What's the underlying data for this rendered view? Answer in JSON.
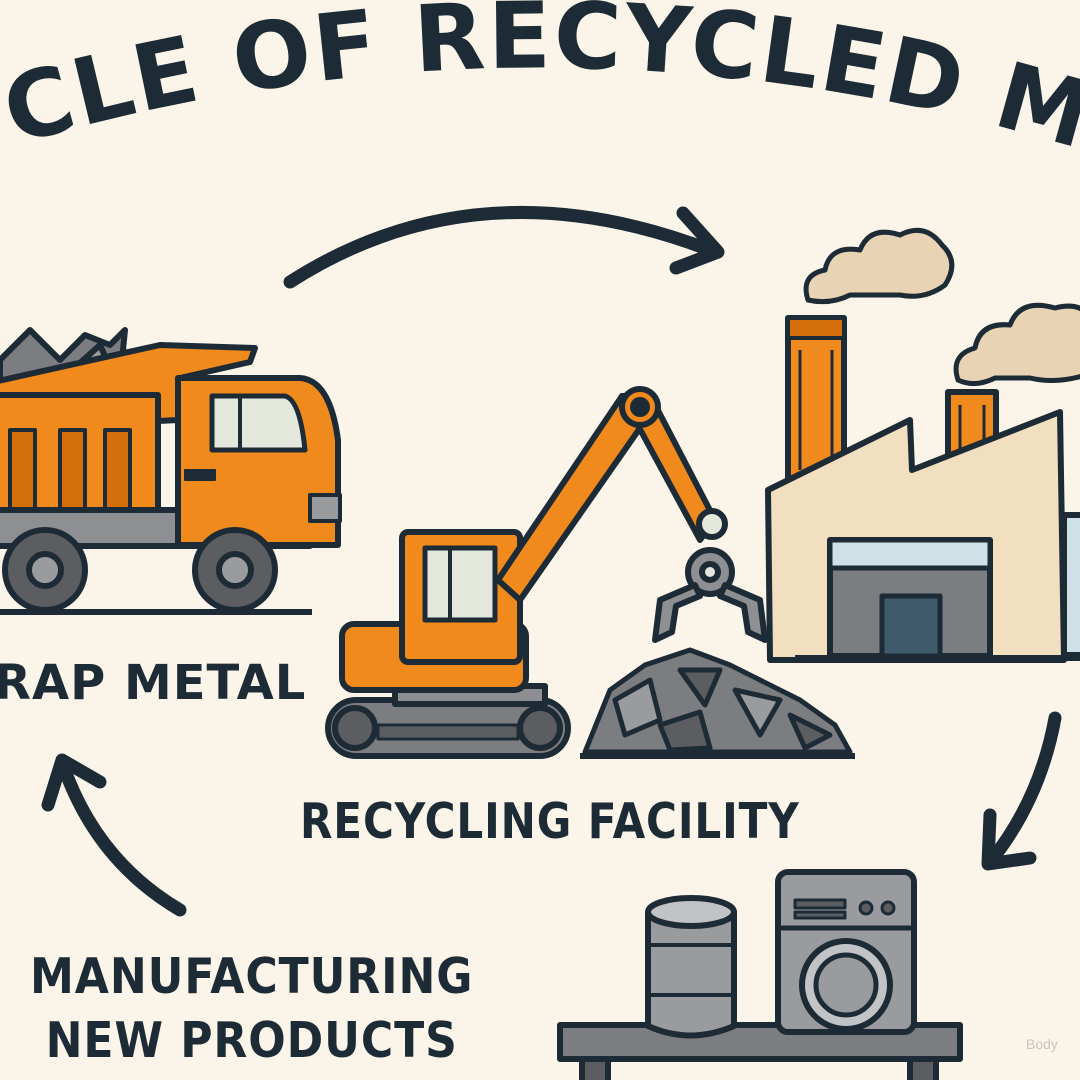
{
  "title": "RECYCLE OF RECYCLED METAL",
  "labels": {
    "scrap_metal": "RAP METAL",
    "recycling_facility": "RECYCLING FACILITY",
    "manufacturing_line1": "MANUFACTURING",
    "manufacturing_line2": "NEW PRODUCTS"
  },
  "watermark": "Body",
  "icons": [
    "dump-truck-icon",
    "excavator-icon",
    "scrap-pile-icon",
    "factory-icon",
    "smoke-icon",
    "can-icon",
    "washing-machine-icon",
    "table-icon",
    "arrow-icon"
  ],
  "colors": {
    "background": "#fbf5e9",
    "outline": "#1d2b36",
    "orange": "#f08a1c",
    "steel_gray": "#7c7d80",
    "factory_wall": "#f2dfbf",
    "smoke": "#e8d4b4"
  }
}
